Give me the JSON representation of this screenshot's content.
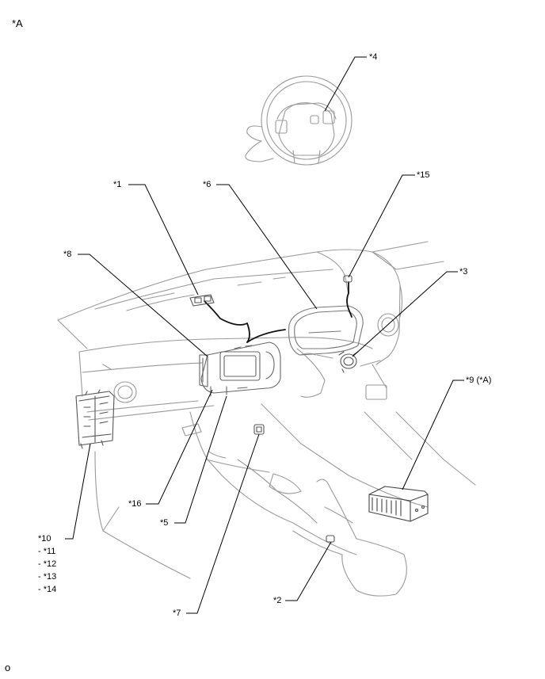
{
  "figure": {
    "view_label": "*A",
    "footer_code": "o"
  },
  "callouts": {
    "c1": "*1",
    "c2": "*2",
    "c3": "*3",
    "c4": "*4",
    "c5": "*5",
    "c6": "*6",
    "c7": "*7",
    "c8": "*8",
    "c9": "*9 (*A)",
    "c10": "*10",
    "c11": "- *11",
    "c12": "- *12",
    "c13": "- *13",
    "c14": "- *14",
    "c15": "*15",
    "c16": "*16"
  },
  "colors": {
    "line": "#000000",
    "outline": "#999999",
    "background": "#ffffff"
  }
}
